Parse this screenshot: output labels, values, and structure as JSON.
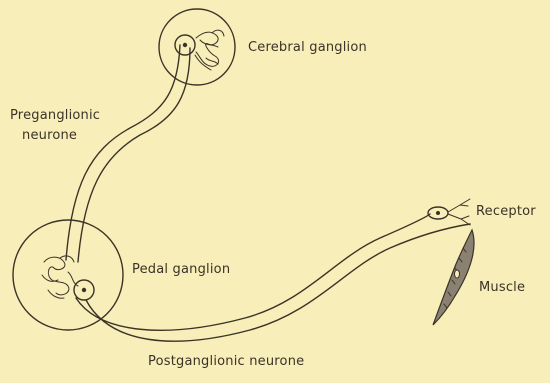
{
  "labels": {
    "cerebral_ganglion": "Cerebral ganglion",
    "preganglionic_line1": "Preganglionic",
    "preganglionic_line2": "neurone",
    "pedal_ganglion": "Pedal ganglion",
    "receptor": "Receptor",
    "muscle": "Muscle",
    "postganglionic_neurone": "Postganglionic neurone"
  },
  "colors": {
    "background": "#f7eeb9",
    "ink": "#3a3327"
  }
}
